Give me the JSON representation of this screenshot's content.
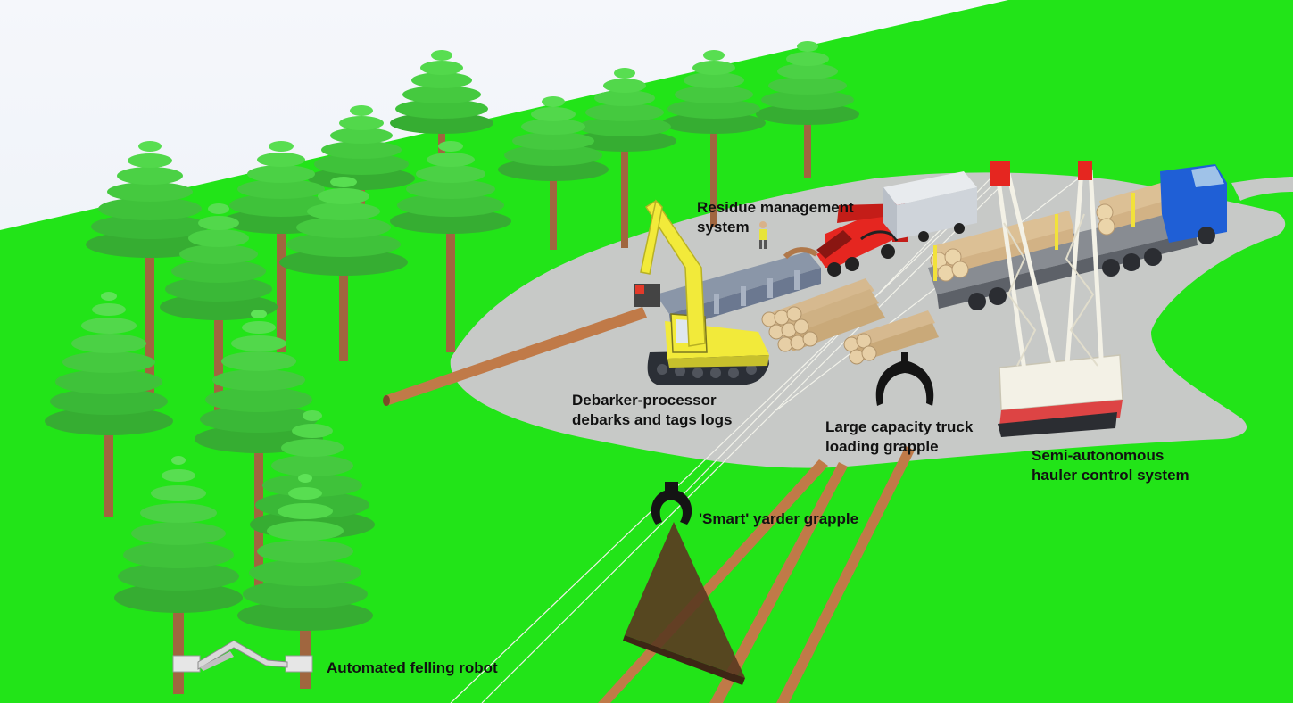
{
  "colors": {
    "sky": "#eef2f8",
    "grass": "#22e418",
    "landing": "#c6c9c7",
    "tree_green": "#3fc23a",
    "trunk": "#a0663f",
    "log": "#c07a48",
    "excavator_yellow": "#f2ea3a",
    "chipper_red": "#e52620",
    "truck_blue": "#1f5fd6",
    "tower_white": "#f3f1e6",
    "grapple_black": "#141414",
    "carriage_brown": "#5b3a22"
  },
  "labels": {
    "residue": [
      "Residue management",
      "system"
    ],
    "debarker": [
      "Debarker-processor",
      "debarks and tags logs"
    ],
    "loading_grapple": [
      "Large capacity truck",
      "loading grapple"
    ],
    "hauler": [
      "Semi-autonomous",
      "hauler control system"
    ],
    "yarder_grapple": [
      "'Smart' yarder grapple"
    ],
    "felling_robot": [
      "Automated felling robot"
    ]
  }
}
